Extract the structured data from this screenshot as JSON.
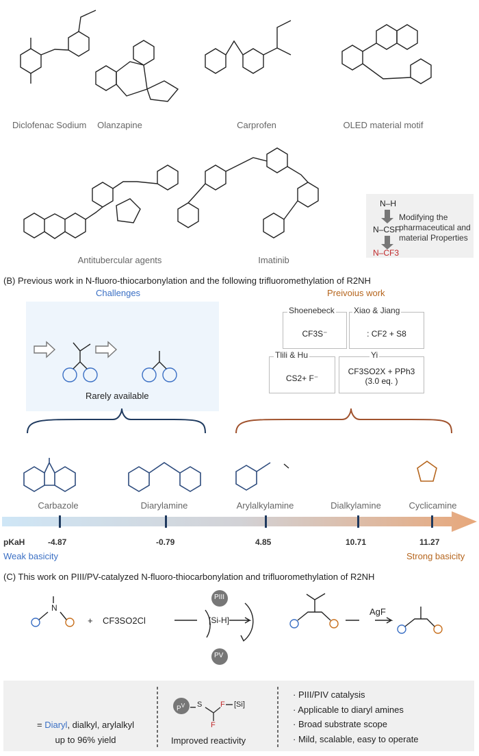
{
  "section_a": {
    "compounds": [
      "Diclofenac Sodium",
      "Olanzapine",
      "Carprofen",
      "OLED material motif",
      "Antitubercular agents",
      "Imatinib"
    ],
    "modify_box": {
      "steps": [
        "N–H",
        "N–CSF",
        "N–CF3"
      ],
      "text": "Modifying the pharmaceutical and material Properties"
    }
  },
  "section_b": {
    "title": "(B) Previous work in N-fluoro-thiocarbonylation and the following trifluoromethylation of R2NH",
    "challenges": "Challenges",
    "rarely": "Rarely available",
    "previous": "Preivoius work",
    "refs": [
      {
        "name": "Shoenebeck",
        "reagent": "CF3S⁻"
      },
      {
        "name": "Xiao & Jiang",
        "reagent": ": CF2 + S8"
      },
      {
        "name": "Tlili & Hu",
        "reagent": "CS2+ F⁻"
      },
      {
        "name": "Yi",
        "reagent": "CF3SO2X + PPh3 (3.0 eq. )"
      }
    ],
    "amines": [
      "Carbazole",
      "Diarylamine",
      "Arylalkylamine",
      "Dialkylamine",
      "Cyclicamine"
    ],
    "pka_label": "pKaH",
    "pka": [
      "-4.87",
      "-0.79",
      "4.85",
      "10.71",
      "11.27"
    ],
    "weak": "Weak basicity",
    "strong": "Strong basicity"
  },
  "section_c": {
    "title": "(C) This work on PIII/PV-catalyzed N-fluoro-thiocarbonylation and trifluoromethylation of R2NH",
    "reagent": "CF3SO2Cl",
    "cycle_top": "PIII",
    "cycle_mid": "[Si-H]",
    "cycle_bottom": "PV",
    "agf": "AgF",
    "summary": {
      "diaryl": "Diaryl",
      "rest": ", dialkyl, arylalkyl",
      "yield": "up to 96% yield",
      "reactivity": "Improved reactivity",
      "bullets": [
        "· PIII/PIV catalysis",
        "· Applicable to diaryl amines",
        "· Broad substrate scope",
        "· Mild, scalable, easy to operate"
      ]
    }
  }
}
